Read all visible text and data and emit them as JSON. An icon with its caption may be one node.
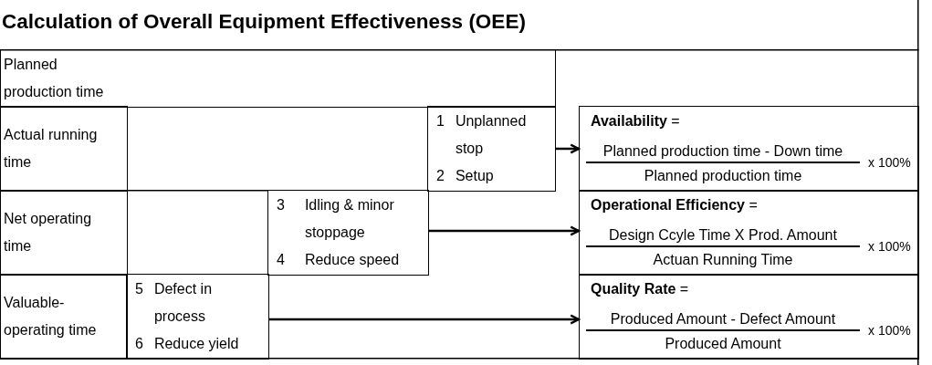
{
  "diagram": {
    "title": "Calculation of Overall Equipment Effectiveness (OEE)",
    "nodes": [
      {
        "text": [
          "Planned production time"
        ]
      },
      {
        "text": [
          "Actual running time"
        ]
      },
      {
        "text": [
          "1",
          "Unplanned stop",
          "2",
          "Setup"
        ]
      },
      {
        "text": [
          "**Availability** =",
          "Planned production time - Down time",
          "Planned production time",
          "x 100%"
        ]
      },
      {
        "text": [
          "Net operating time"
        ]
      },
      {
        "text": [
          "3",
          "Idling & minor stoppage",
          "4",
          "Reduce speed"
        ]
      },
      {
        "text": [
          "**Operational Efficiency** =",
          "Design Ccyle Time X Prod. Amount",
          "Actuan Running Time",
          "x 100%"
        ]
      },
      {
        "text": [
          "Valuable-operating time"
        ]
      },
      {
        "text": [
          "5",
          "Defect in process",
          "6",
          "Reduce yield"
        ]
      },
      {
        "text": [
          "**Quality Rate** =",
          "Produced Amount - Defect Amount",
          "Produced Amount",
          "x 100%"
        ]
      }
    ],
    "edges": [
      {
        "from": 2,
        "to": 3,
        "arrow": "to"
      },
      {
        "from": 5,
        "to": 6,
        "arrow": "to"
      },
      {
        "from": 8,
        "to": 9,
        "arrow": "to"
      }
    ]
  }
}
